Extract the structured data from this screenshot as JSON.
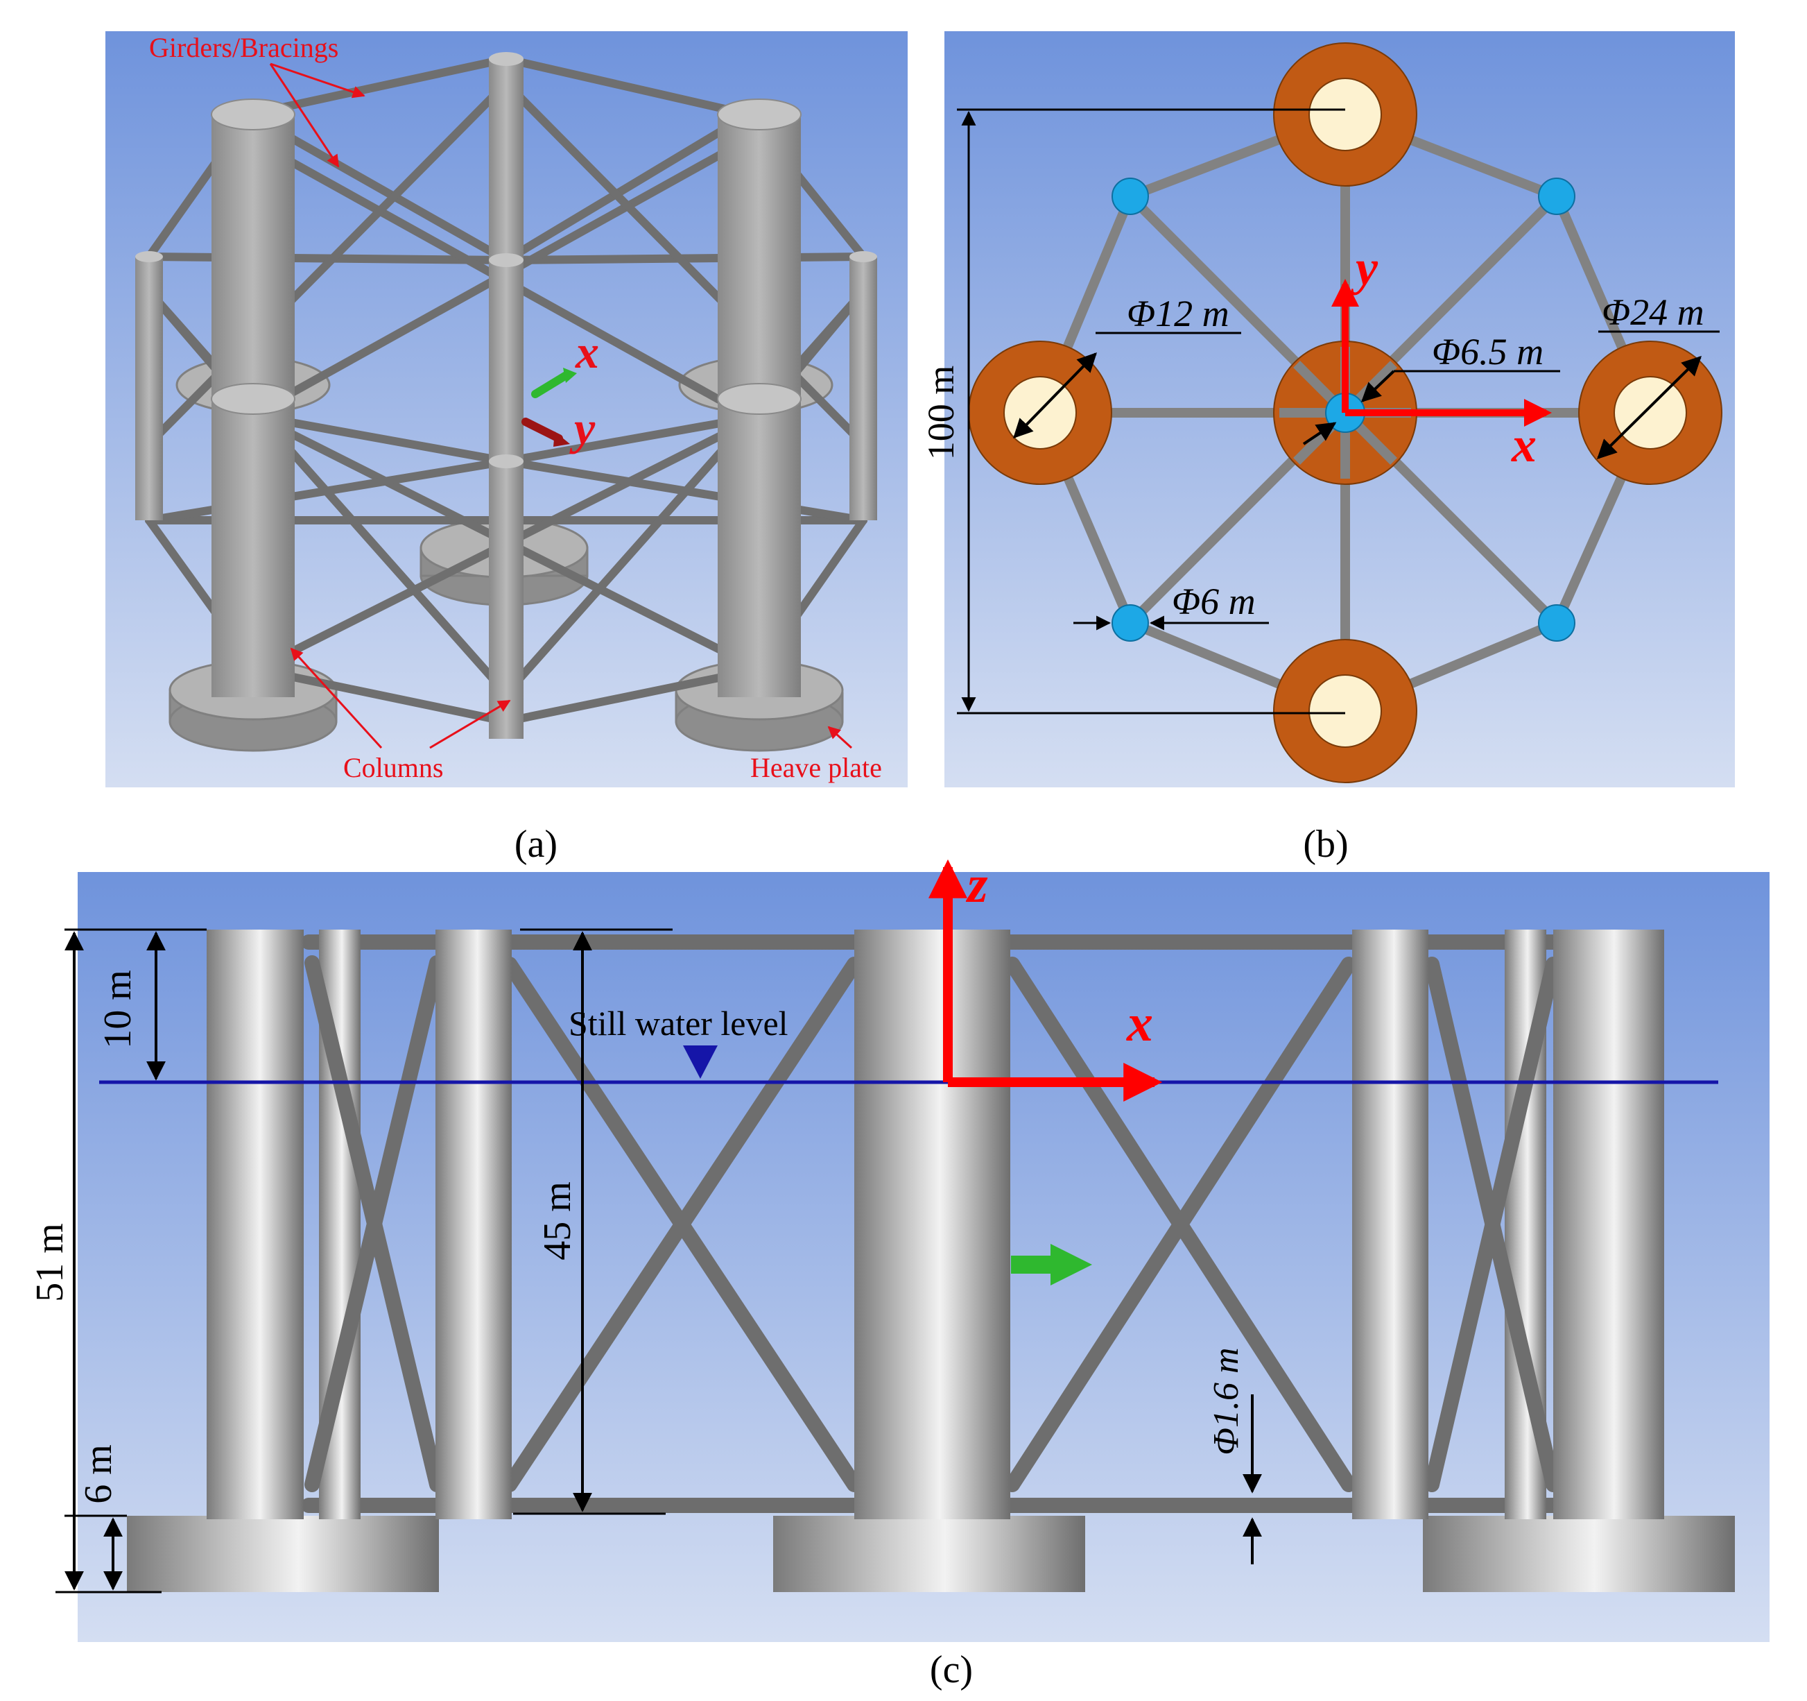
{
  "panels": {
    "a": {
      "caption": "(a)"
    },
    "b": {
      "caption": "(b)"
    },
    "c": {
      "caption": "(c)"
    }
  },
  "panel_a": {
    "labels": {
      "girders": "Girders/Bracings",
      "columns": "Columns",
      "heave_plate": "Heave plate"
    },
    "axes": {
      "x": "x",
      "y": "y"
    }
  },
  "panel_b": {
    "dims": {
      "span": "100 m",
      "column_dia": "Φ12 m",
      "center_dia": "Φ6.5 m",
      "plate_dia": "Φ24 m",
      "pontoon_dia": "Φ6 m"
    },
    "axes": {
      "x": "x",
      "y": "y"
    }
  },
  "panel_c": {
    "dims": {
      "freeboard": "10 m",
      "total_height": "51 m",
      "plate_height": "6 m",
      "column_draft": "45 m",
      "brace_dia": "Φ1.6 m"
    },
    "water_level": "Still water level",
    "axes": {
      "x": "x",
      "z": "z"
    }
  },
  "colors": {
    "background_top": "#6f93dc",
    "background_bottom": "#d4def2",
    "steel": "#9a9a9a",
    "annotation_red": "#e8101a",
    "water_line": "#1515a8",
    "plate_brown": "#c15a14",
    "column_cream": "#fdf2d0",
    "node_blue": "#1da8e6"
  }
}
